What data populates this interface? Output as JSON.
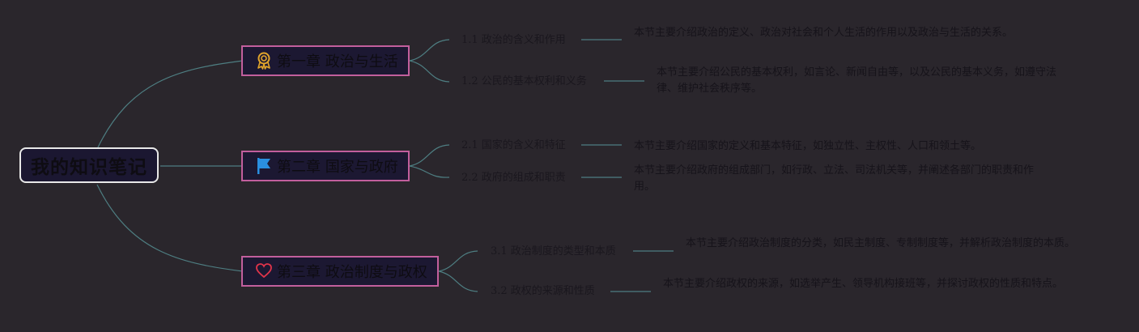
{
  "root": {
    "title": "我的知识笔记"
  },
  "chapters": [
    {
      "title": "第一章 政治与生活",
      "icon": "award-icon",
      "sections": [
        {
          "title": "1.1 政治的含义和作用",
          "desc": "本节主要介绍政治的定义、政治对社会和个人生活的作用以及政治与生活的关系。"
        },
        {
          "title": "1.2 公民的基本权利和义务",
          "desc": "本节主要介绍公民的基本权利，如言论、新闻自由等，以及公民的基本义务，如遵守法律、维护社会秩序等。"
        }
      ]
    },
    {
      "title": "第二章 国家与政府",
      "icon": "flag-icon",
      "sections": [
        {
          "title": "2.1 国家的含义和特征",
          "desc": "本节主要介绍国家的定义和基本特征，如独立性、主权性、人口和领土等。"
        },
        {
          "title": "2.2 政府的组成和职责",
          "desc": "本节主要介绍政府的组成部门，如行政、立法、司法机关等，并阐述各部门的职责和作用。"
        }
      ]
    },
    {
      "title": "第三章 政治制度与政权",
      "icon": "heart-icon",
      "sections": [
        {
          "title": "3.1 政治制度的类型和本质",
          "desc": "本节主要介绍政治制度的分类，如民主制度、专制制度等，并解析政治制度的本质。"
        },
        {
          "title": "3.2 政权的来源和性质",
          "desc": "本节主要介绍政权的来源，如选举产生、领导机构接班等，并探讨政权的性质和特点。"
        }
      ]
    }
  ],
  "colors": {
    "background": "#2a262c",
    "link": "#4e7e82",
    "chapter_border": "#c25f9d",
    "root_border": "#e8e8e8"
  }
}
